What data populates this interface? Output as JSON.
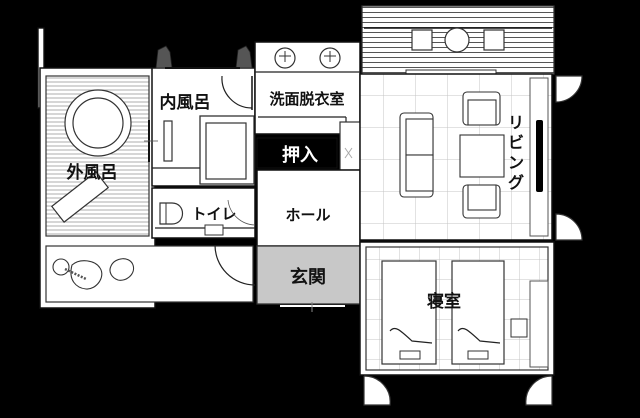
{
  "floor_plan": {
    "background_color": "#000000",
    "entrance_fill_color": "#c8c8c8",
    "closet_fill_color": "#000000",
    "rooms": [
      {
        "id": "outdoor_bath",
        "label": "外風呂"
      },
      {
        "id": "indoor_bath",
        "label": "内風呂"
      },
      {
        "id": "washroom",
        "label": "洗面脱衣室"
      },
      {
        "id": "closet",
        "label": "押入"
      },
      {
        "id": "toilet",
        "label": "トイレ"
      },
      {
        "id": "hall",
        "label": "ホール"
      },
      {
        "id": "entrance",
        "label": "玄関"
      },
      {
        "id": "living",
        "label": "リビング"
      },
      {
        "id": "bedroom",
        "label": "寝室"
      }
    ],
    "labels": {
      "outdoor_bath": "外風呂",
      "indoor_bath": "内風呂",
      "washroom": "洗面脱衣室",
      "closet": "押入",
      "toilet": "トイレ",
      "hall": "ホール",
      "entrance": "玄関",
      "living": "リビング",
      "bedroom": "寝室"
    },
    "living_label_chars": [
      "リ",
      "ビ",
      "ン",
      "グ"
    ]
  }
}
